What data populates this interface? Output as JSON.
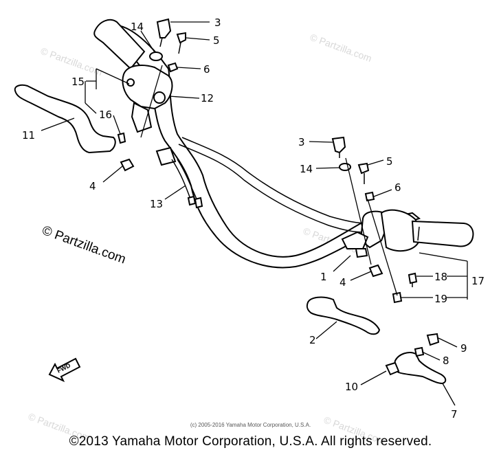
{
  "watermarks": {
    "repeat_text": "© Partzilla.com",
    "main_text": "© Partzilla.com"
  },
  "fwd_label": "FWD",
  "callouts": [
    {
      "id": "c3a",
      "text": "3"
    },
    {
      "id": "c14a",
      "text": "14"
    },
    {
      "id": "c5a",
      "text": "5"
    },
    {
      "id": "c6a",
      "text": "6"
    },
    {
      "id": "c15",
      "text": "15"
    },
    {
      "id": "c12",
      "text": "12"
    },
    {
      "id": "c16",
      "text": "16"
    },
    {
      "id": "c11",
      "text": "11"
    },
    {
      "id": "c4a",
      "text": "4"
    },
    {
      "id": "c13",
      "text": "13"
    },
    {
      "id": "c3b",
      "text": "3"
    },
    {
      "id": "c14b",
      "text": "14"
    },
    {
      "id": "c5b",
      "text": "5"
    },
    {
      "id": "c6b",
      "text": "6"
    },
    {
      "id": "c1",
      "text": "1"
    },
    {
      "id": "c4b",
      "text": "4"
    },
    {
      "id": "c18",
      "text": "18"
    },
    {
      "id": "c17",
      "text": "17"
    },
    {
      "id": "c19",
      "text": "19"
    },
    {
      "id": "c2",
      "text": "2"
    },
    {
      "id": "c9",
      "text": "9"
    },
    {
      "id": "c8",
      "text": "8"
    },
    {
      "id": "c10",
      "text": "10"
    },
    {
      "id": "c7",
      "text": "7"
    }
  ],
  "small_copyright": "(c) 2005-2016 Yamaha Motor Corporation, U.S.A.",
  "copyright": "©2013 Yamaha Motor Corporation, U.S.A. All rights reserved."
}
